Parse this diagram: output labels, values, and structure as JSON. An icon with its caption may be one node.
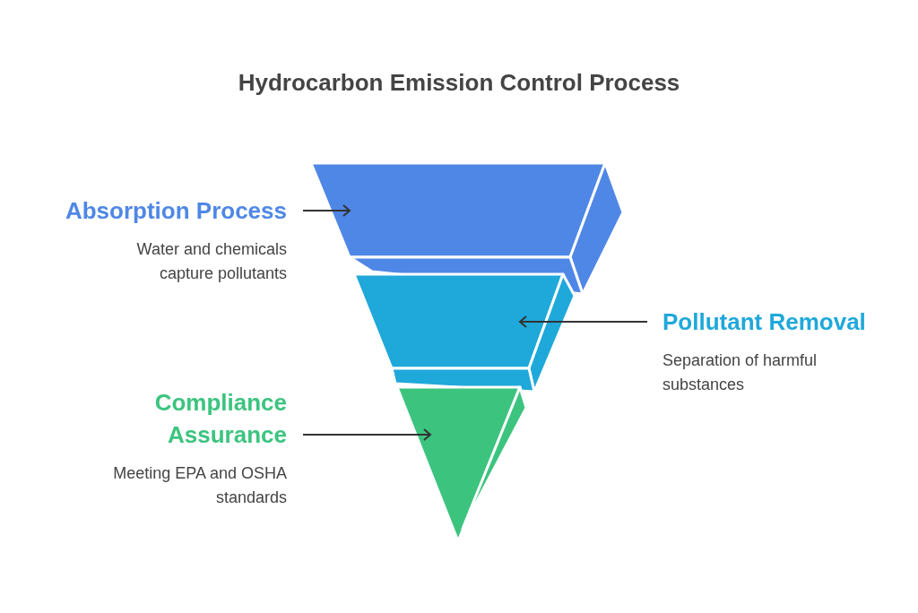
{
  "diagram": {
    "title": "Hydrocarbon Emission Control Process",
    "nodes": [
      {
        "text": [
          "Absorption Process",
          "Water and chemicals capture pollutants"
        ]
      },
      {
        "text": [],
        "shape": "trapezoid"
      },
      {
        "text": [],
        "shape": "trapezoid"
      },
      {
        "text": [
          "Pollutant Removal",
          "Separation of harmful substances"
        ]
      },
      {
        "text": [
          "Compliance Assurance",
          "Meeting EPA and OSHA standards"
        ]
      },
      {
        "text": [],
        "shape": "triangle"
      }
    ],
    "edges": [
      {
        "from": 0,
        "to": 1,
        "arrow": "to"
      },
      {
        "from": 3,
        "to": 2,
        "arrow": "to"
      },
      {
        "from": 4,
        "to": 5,
        "arrow": "to"
      }
    ]
  }
}
